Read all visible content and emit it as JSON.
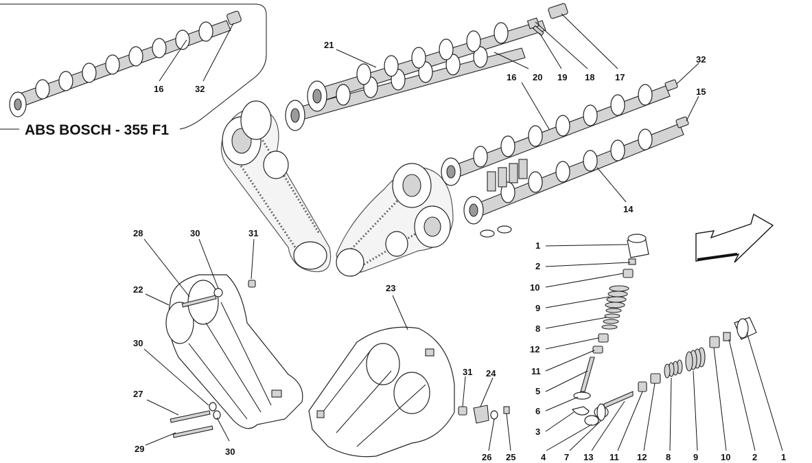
{
  "inset": {
    "title": "ABS BOSCH - 355 F1"
  },
  "callouts": {
    "c16_inset": "16",
    "c32_inset": "32",
    "c21": "21",
    "c20": "20",
    "c19": "19",
    "c18": "18",
    "c17": "17",
    "c16": "16",
    "c32": "32",
    "c15": "15",
    "c14": "14",
    "c28": "28",
    "c30a": "30",
    "c31a": "31",
    "c22": "22",
    "c30b": "30",
    "c27": "27",
    "c29": "29",
    "c30c": "30",
    "c23": "23",
    "c31b": "31",
    "c24": "24",
    "c26": "26",
    "c25": "25",
    "v1": "1",
    "v2": "2",
    "v10": "10",
    "v9": "9",
    "v8": "8",
    "v12": "12",
    "v11": "11",
    "v5": "5",
    "v6": "6",
    "v3": "3",
    "h4": "4",
    "h7": "7",
    "h13": "13",
    "h11": "11",
    "h12": "12",
    "h8": "8",
    "h9": "9",
    "h10": "10",
    "h2": "2",
    "h1": "1"
  },
  "icons": {
    "direction": "arrow-icon"
  }
}
